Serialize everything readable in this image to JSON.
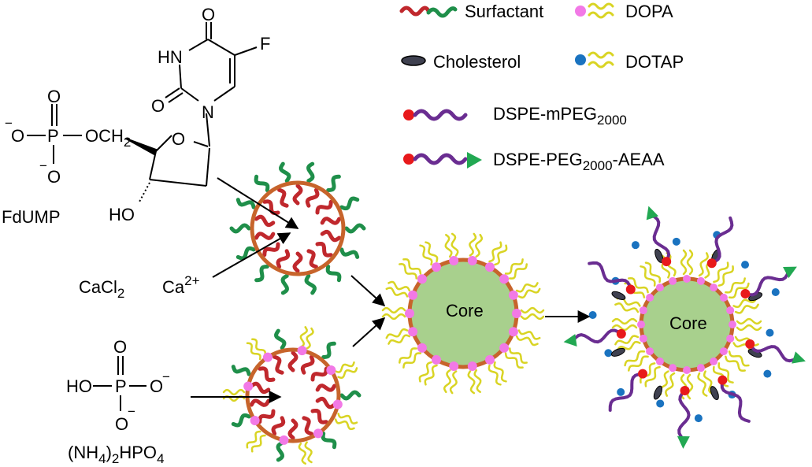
{
  "colors": {
    "surfactant_head": "#1f8f4a",
    "surfactant_tail": "#c0282d",
    "dopa_head": "#f279e6",
    "lipid_tail": "#d9d424",
    "cholesterol": "#3f4150",
    "dotap_head": "#1a73c0",
    "peg_chain": "#6a2d91",
    "dspe_head": "#e8191b",
    "aeaa_triangle": "#22a852",
    "shell": "#c7642b",
    "core": "#a8d08d"
  },
  "legend": {
    "surfactant": "Surfactant",
    "dopa": "DOPA",
    "cholesterol": "Cholesterol",
    "dotap": "DOTAP",
    "dspe_mpeg": {
      "main": "DSPE-mPEG",
      "sub": "2000",
      "rest": ""
    },
    "dspe_peg_aeaa": {
      "main": "DSPE-PEG",
      "sub": "2000",
      "rest": "-AEAA"
    }
  },
  "molecules": {
    "fdump": {
      "name": "FdUMP",
      "atoms": {
        "o_top": "O",
        "hn": "HN",
        "f": "F",
        "o_left": "O",
        "n": "N",
        "o_ring": "O",
        "ho": "HO",
        "o_phos_top": "O",
        "p": "P",
        "o_neg_left": "O",
        "neg_sign": "−",
        "o_ch2": "OCH",
        "ch2_sub": "2",
        "o_neg_bottom": "O"
      }
    },
    "cacl2": {
      "main": "CaCl",
      "sub": "2"
    },
    "ca_ion": {
      "main": "Ca",
      "sup": "2+"
    },
    "phosphate": {
      "atoms": {
        "o_top": "O",
        "ho": "HO",
        "p": "P",
        "o_right": "O",
        "o_bottom": "O",
        "neg_sign": "−"
      },
      "formula": {
        "p1": "(NH",
        "s1": "4",
        "p2": ")",
        "s2": "2",
        "p3": "HPO",
        "s3": "4"
      }
    }
  },
  "particles": {
    "core_label_1": "Core",
    "core_label_2": "Core"
  }
}
